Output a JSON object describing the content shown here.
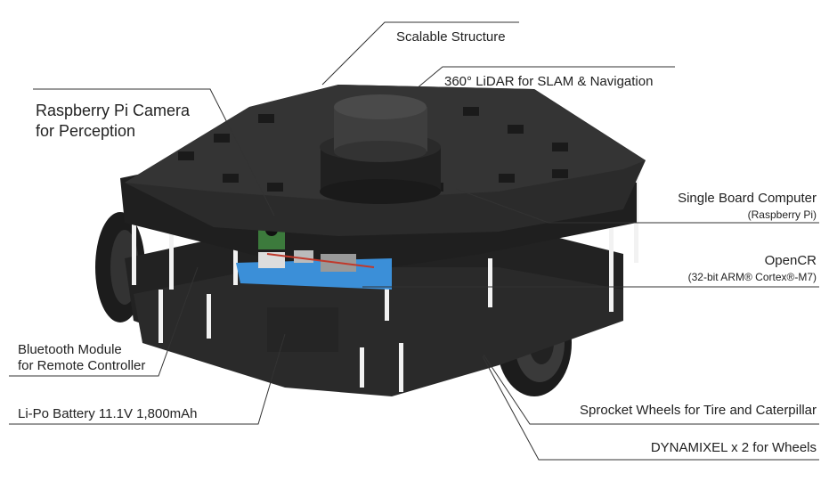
{
  "labels": {
    "scalable_structure": "Scalable Structure",
    "lidar": "360° LiDAR for SLAM & Navigation",
    "camera_line1": "Raspberry Pi Camera",
    "camera_line2": "for Perception",
    "sbc": "Single Board Computer",
    "sbc_sub": "(Raspberry Pi)",
    "opencr": "OpenCR",
    "opencr_sub": "(32-bit ARM® Cortex®-M7)",
    "bluetooth_line1": "Bluetooth Module",
    "bluetooth_line2": "for Remote Controller",
    "battery": "Li-Po Battery 11.1V 1,800mAh",
    "sprocket": "Sprocket Wheels for Tire and Caterpillar",
    "dynamixel": "DYNAMIXEL x 2  for Wheels"
  },
  "colors": {
    "line": "#333333",
    "robot_dark": "#1c1c1c",
    "robot_mid": "#2e2e2e",
    "robot_light": "#4a4a4a",
    "board_blue": "#3b8fd8",
    "camera_green": "#3c7a3c"
  }
}
